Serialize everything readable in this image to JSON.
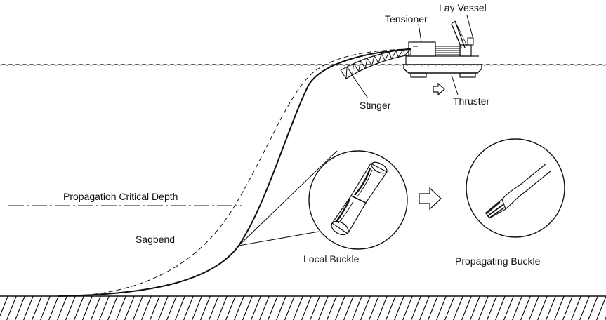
{
  "labels": {
    "lay_vessel": "Lay Vessel",
    "tensioner": "Tensioner",
    "stinger": "Stinger",
    "thruster": "Thruster",
    "propagation_critical_depth": "Propagation Critical Depth",
    "sagbend": "Sagbend",
    "local_buckle": "Local Buckle",
    "propagating_buckle": "Propagating Buckle"
  },
  "colors": {
    "ink": "#111111",
    "background": "#ffffff"
  }
}
